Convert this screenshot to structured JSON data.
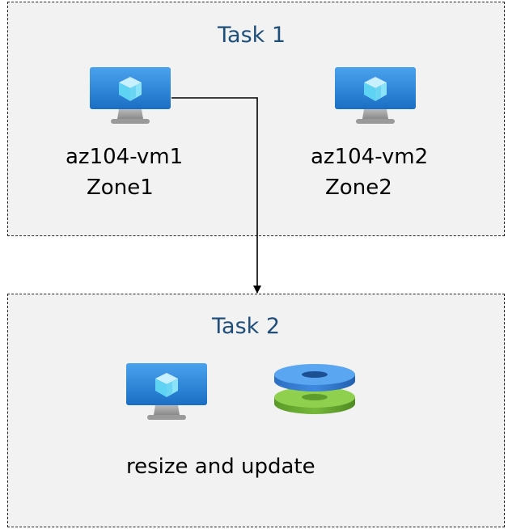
{
  "task1": {
    "title": "Task 1",
    "vm1": {
      "name": "az104-vm1",
      "zone": "Zone1",
      "icon": "virtual-machine-icon"
    },
    "vm2": {
      "name": "az104-vm2",
      "zone": "Zone2",
      "icon": "virtual-machine-icon"
    }
  },
  "task2": {
    "title": "Task 2",
    "vm_icon": "virtual-machine-icon",
    "disk_icon": "managed-disk-icon",
    "caption": "resize and update"
  },
  "colors": {
    "title": "#1f4e79",
    "panel_fill": "#f2f2f2",
    "vm_blue": "#2f86d9",
    "disk_blue": "#3b82d6",
    "disk_green": "#6aa832"
  }
}
